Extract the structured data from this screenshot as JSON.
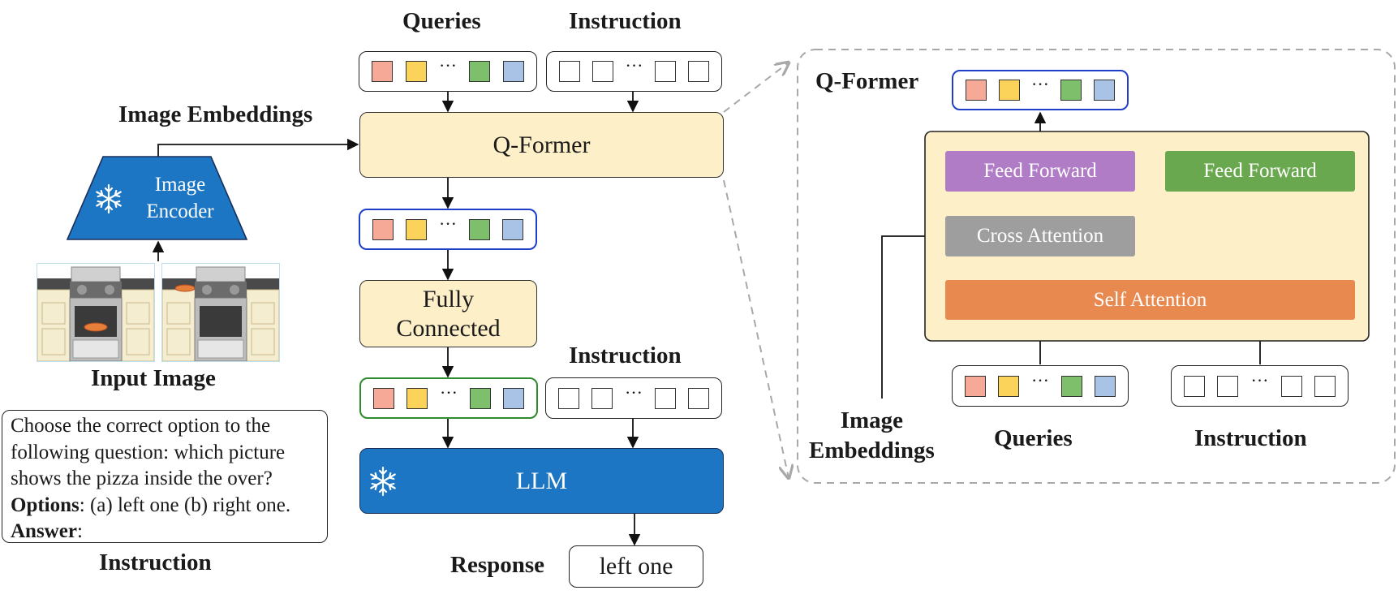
{
  "colors": {
    "token_colors": [
      "#f5a996",
      "#fbd35a",
      "#7dbf6a",
      "#a9c3e6"
    ],
    "qformer_fill": "#fdefc7",
    "llm_fill": "#1d76c3",
    "encoder_fill": "#1d76c3",
    "feed_forward_purple": "#b07cc6",
    "feed_forward_green": "#6aa84f",
    "cross_attention_gray": "#9e9e9e",
    "self_attention_orange": "#e8894f",
    "query_border_blue": "#1f3fc8",
    "fc_output_border_green": "#2e8b2e",
    "dashed_gray": "#a8a8a8"
  },
  "icons": {
    "frozen": "snowflake-icon",
    "input_images": "oven-illustration"
  },
  "left": {
    "image_embeddings_label": "Image Embeddings",
    "encoder_line1": "Image",
    "encoder_line2": "Encoder",
    "input_image_label": "Input Image",
    "instruction_lines": {
      "l1": "Choose the correct option to the",
      "l2": "following question: which picture",
      "l3": "shows the pizza inside the over?",
      "options_bold": "Options",
      "options_rest": ": (a) left one (b) right one.",
      "answer_bold": "Answer",
      "answer_rest": ":"
    },
    "instruction_label": "Instruction"
  },
  "middle": {
    "queries_label": "Queries",
    "instruction_top_label": "Instruction",
    "qformer_label": "Q-Former",
    "fc_line1": "Fully",
    "fc_line2": "Connected",
    "instruction_mid_label": "Instruction",
    "llm_label": "LLM",
    "response_label": "Response",
    "response_value": "left one",
    "ellipsis": "···"
  },
  "detail": {
    "title": "Q-Former",
    "feed_forward_left": "Feed Forward",
    "feed_forward_right": "Feed Forward",
    "cross_attention": "Cross Attention",
    "self_attention": "Self Attention",
    "image_embeddings_line1": "Image",
    "image_embeddings_line2": "Embeddings",
    "queries_label": "Queries",
    "instruction_label": "Instruction"
  }
}
